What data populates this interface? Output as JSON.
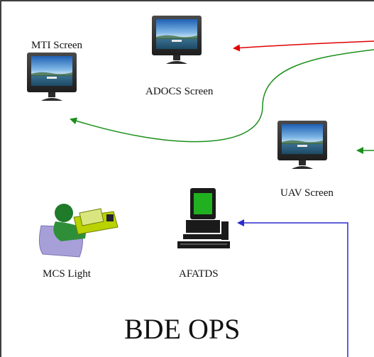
{
  "diagram": {
    "title": "BDE OPS",
    "nodes": {
      "mti": {
        "label": "MTI Screen",
        "icon": "monitor-icon"
      },
      "adocs": {
        "label": "ADOCS Screen",
        "icon": "monitor-icon"
      },
      "uav": {
        "label": "UAV Screen",
        "icon": "monitor-icon"
      },
      "mcs": {
        "label": "MCS Light",
        "icon": "operator-workstation-icon"
      },
      "afatds": {
        "label": "AFATDS",
        "icon": "computer-terminal-icon"
      }
    },
    "connections": [
      {
        "from": "off-page",
        "to": "ADOCS Screen",
        "color": "#e00000"
      },
      {
        "from": "off-page",
        "to": "MTI Screen",
        "color": "#1a8f1a"
      },
      {
        "from": "off-page",
        "to": "UAV Screen",
        "color": "#1a8f1a"
      },
      {
        "from": "off-page",
        "to": "AFATDS",
        "color": "#2b2bd0"
      }
    ]
  }
}
